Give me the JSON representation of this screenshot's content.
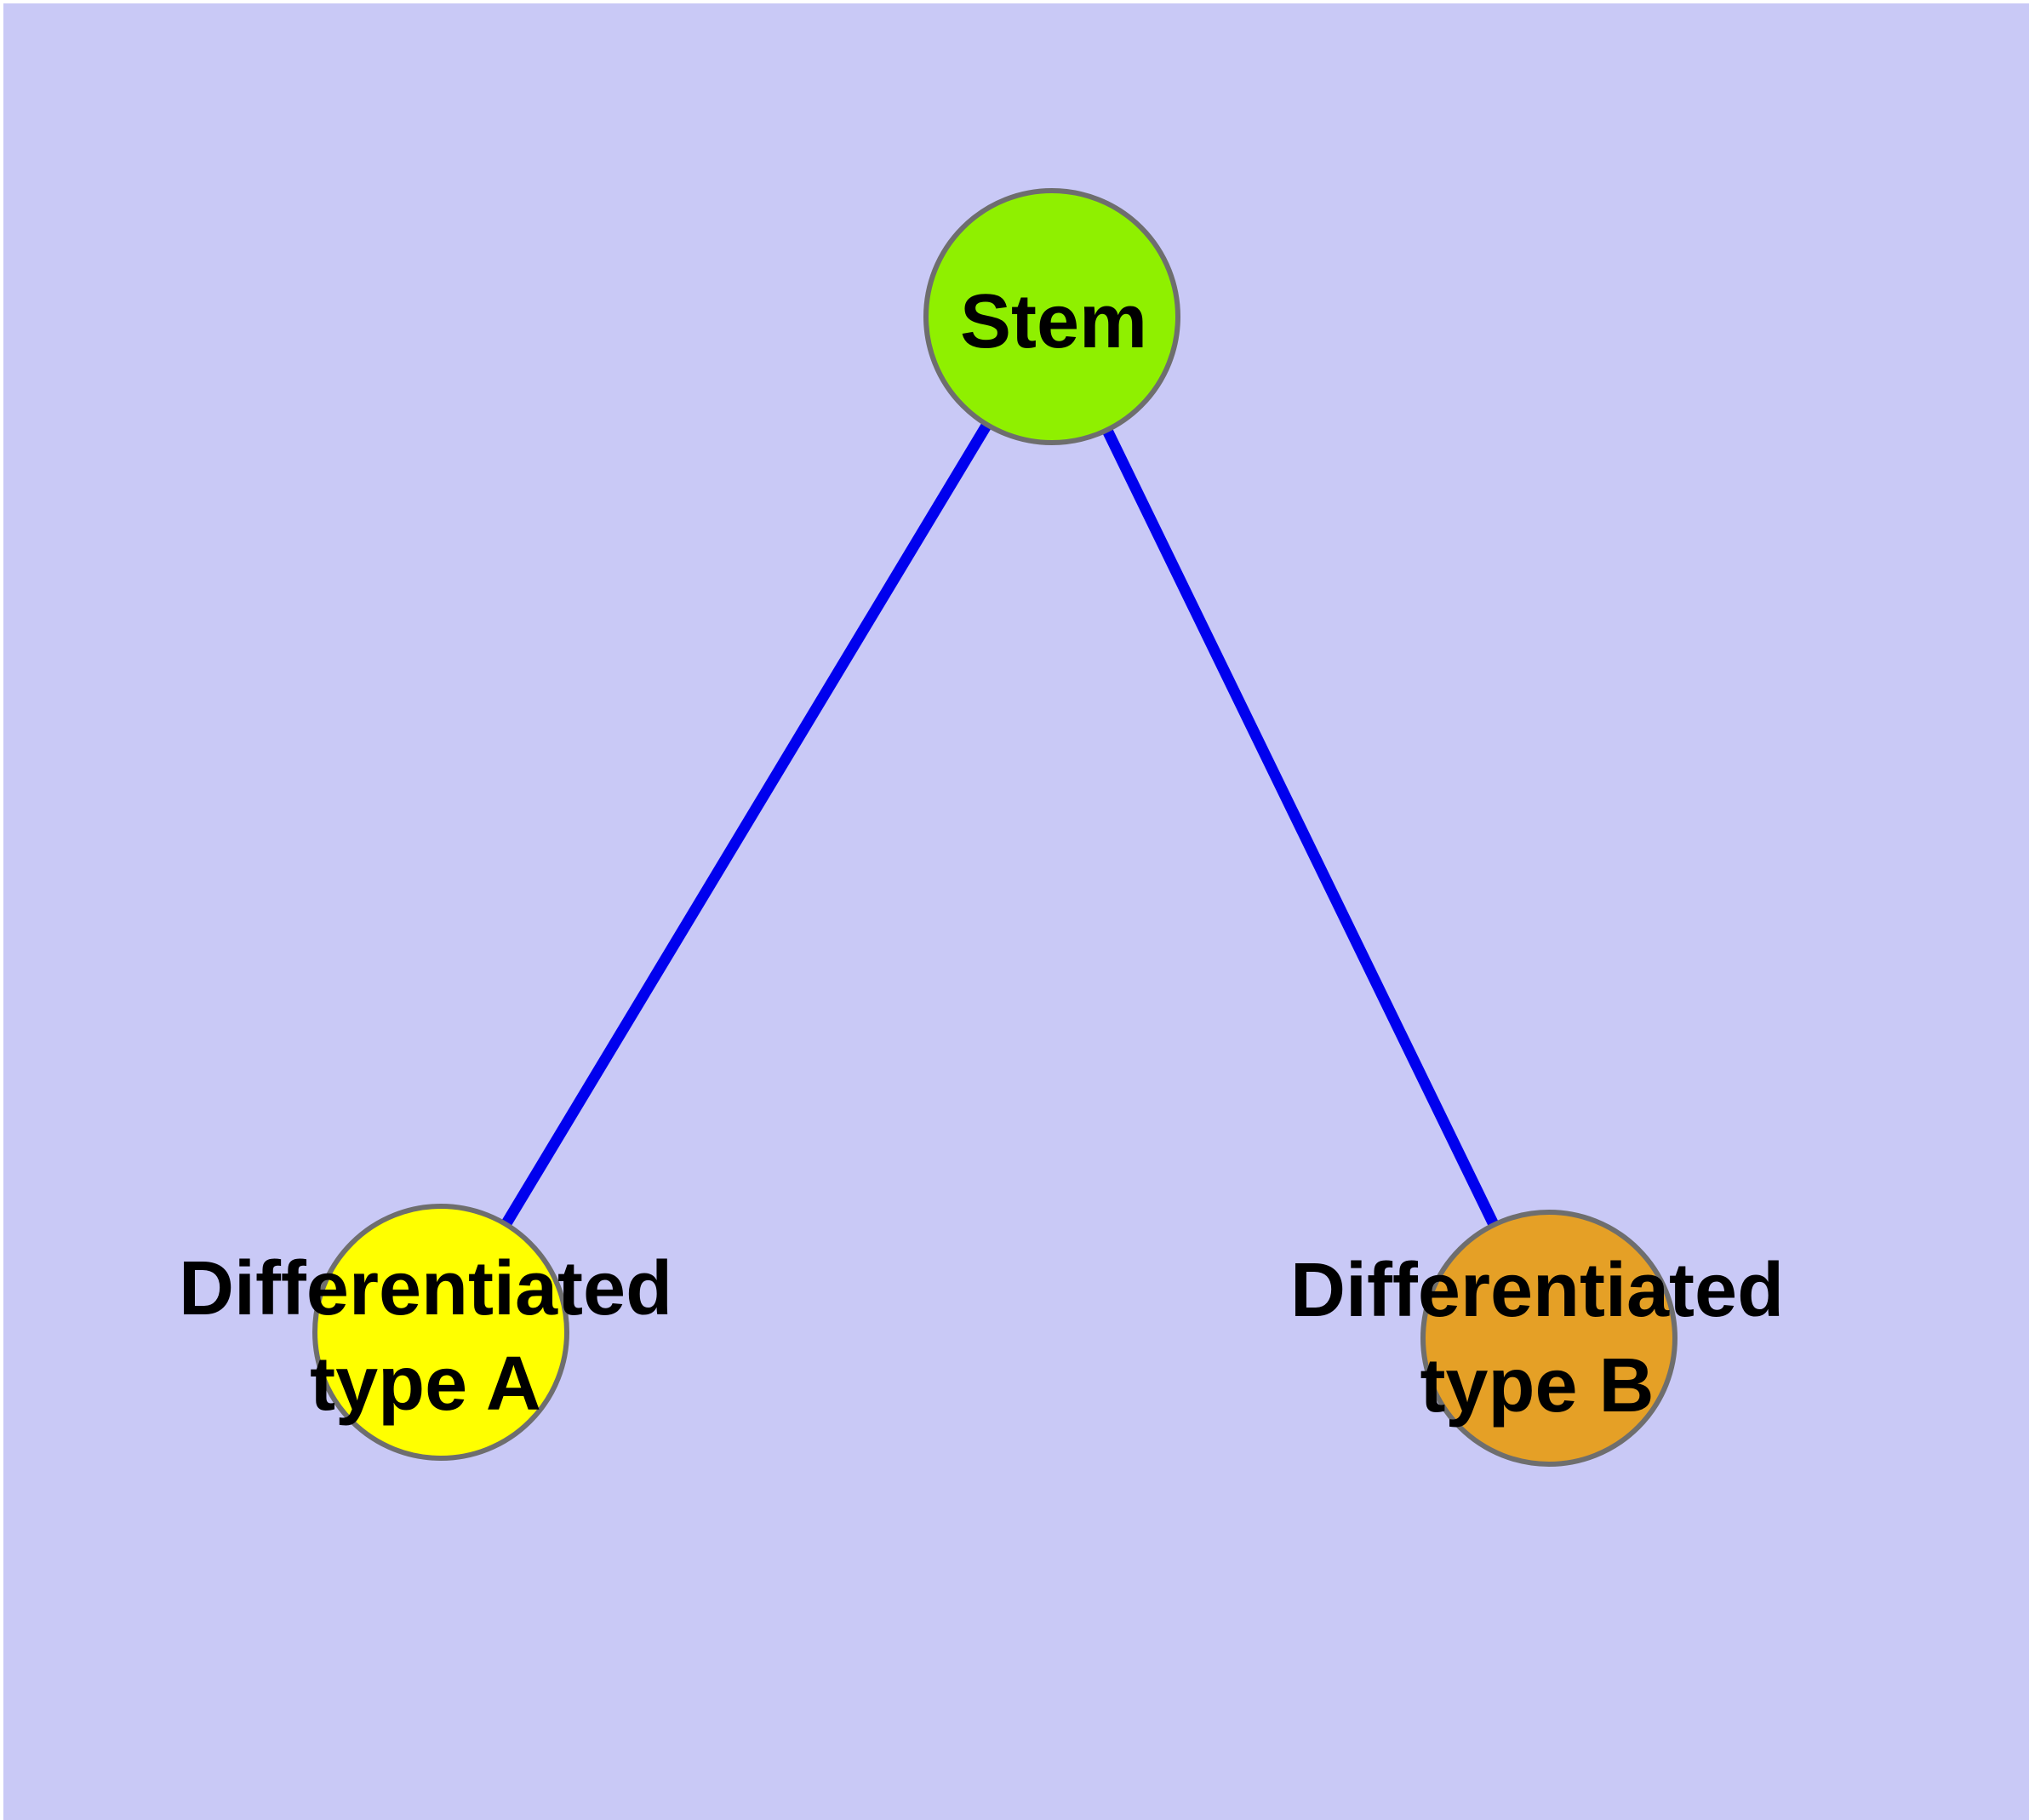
{
  "diagram": {
    "type": "graph",
    "description": "Stem cell differentiation tree: one stem node with two differentiated child nodes",
    "background_color": "#C9C9F6",
    "margin_color": "#FFFFFF",
    "node_border_color": "#6E6E6E",
    "edge_color": "#0000EE",
    "label_color": "#000000",
    "nodes": [
      {
        "id": "stem",
        "label": "Stem",
        "fill": "#8FF000"
      },
      {
        "id": "type-a",
        "label": "Differentiated\ntype A",
        "fill": "#FFFF00"
      },
      {
        "id": "type-b",
        "label": "Differentiated\ntype B",
        "fill": "#E5A026"
      }
    ],
    "edges": [
      {
        "from": "stem",
        "to": "type-a"
      },
      {
        "from": "stem",
        "to": "type-b"
      }
    ]
  }
}
